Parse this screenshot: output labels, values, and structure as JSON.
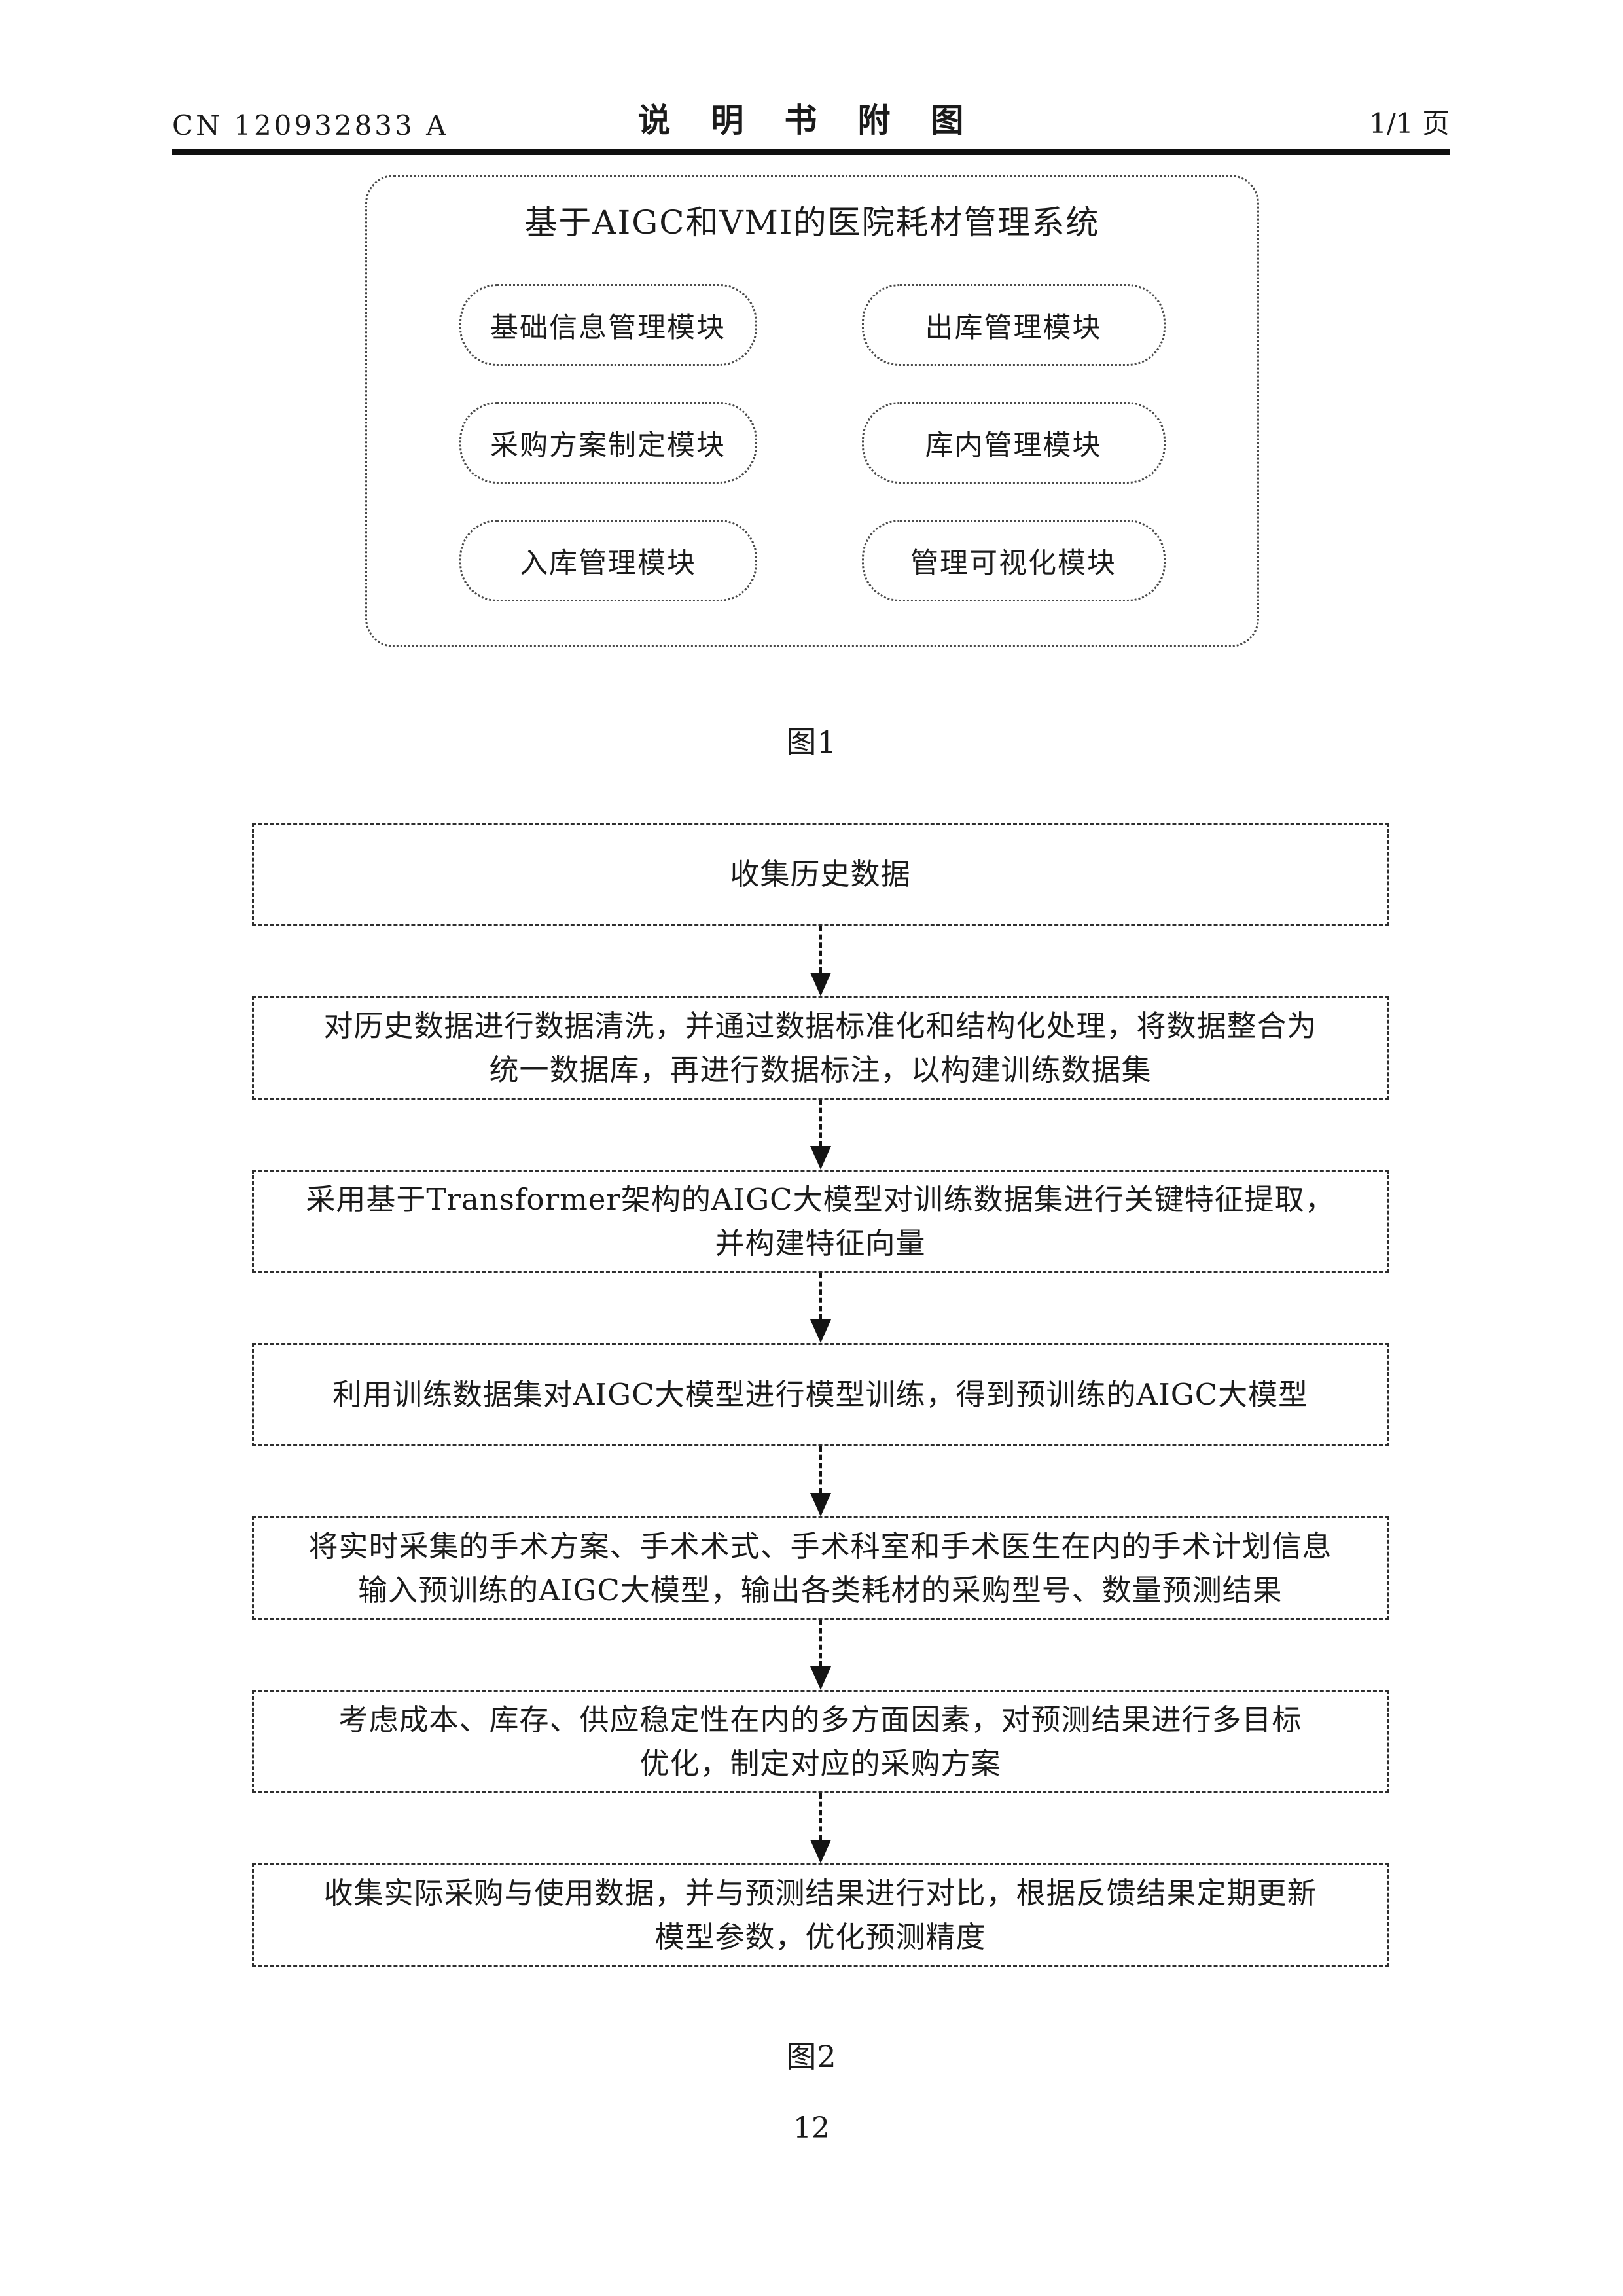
{
  "header": {
    "patent_number": "CN 120932833 A",
    "title": "说明书附图",
    "page_indicator": "1/1 页"
  },
  "figure1": {
    "system_title": "基于AIGC和VMI的医院耗材管理系统",
    "modules": [
      {
        "label": "基础信息管理模块"
      },
      {
        "label": "出库管理模块"
      },
      {
        "label": "采购方案制定模块"
      },
      {
        "label": "库内管理模块"
      },
      {
        "label": "入库管理模块"
      },
      {
        "label": "管理可视化模块"
      }
    ],
    "caption": "图1"
  },
  "figure2": {
    "steps": [
      "收集历史数据",
      "对历史数据进行数据清洗，并通过数据标准化和结构化处理，将数据整合为\n统一数据库，再进行数据标注，以构建训练数据集",
      "采用基于Transformer架构的AIGC大模型对训练数据集进行关键特征提取，\n并构建特征向量",
      "利用训练数据集对AIGC大模型进行模型训练，得到预训练的AIGC大模型",
      "将实时采集的手术方案、手术术式、手术科室和手术医生在内的手术计划信息\n输入预训练的AIGC大模型，输出各类耗材的采购型号、数量预测结果",
      "考虑成本、库存、供应稳定性在内的多方面因素，对预测结果进行多目标\n优化，制定对应的采购方案",
      "收集实际采购与使用数据，并与预测结果进行对比，根据反馈结果定期更新\n模型参数，优化预测精度"
    ],
    "caption": "图2"
  },
  "footer": {
    "page_number": "12"
  }
}
